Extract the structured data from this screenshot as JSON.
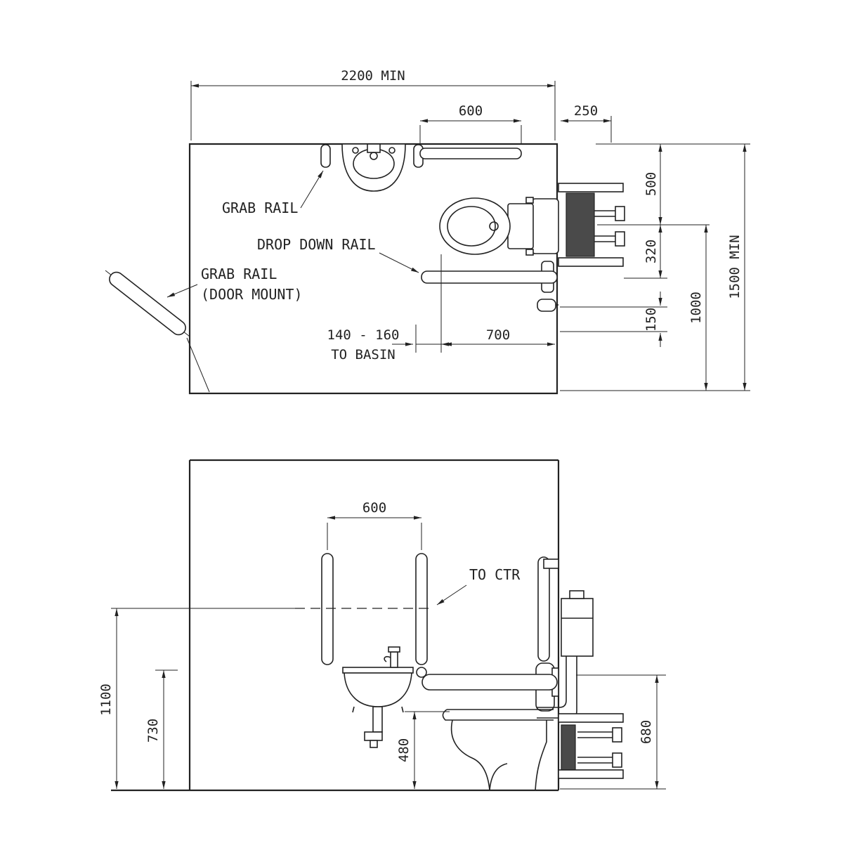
{
  "colors": {
    "line": "#222222",
    "dark_fill": "#4a4a4a",
    "background": "#ffffff"
  },
  "diagram": {
    "plan": {
      "dims": {
        "overall_width": "2200 MIN",
        "rail_length": "600",
        "wall_offset": "250",
        "d500": "500",
        "d320": "320",
        "d150": "150",
        "d1000": "1000",
        "overall_depth": "1500 MIN",
        "basin_range": "140 - 160",
        "basin_note": "TO BASIN",
        "d700": "700"
      },
      "labels": {
        "grab_rail": "GRAB RAIL",
        "drop_down_rail": "DROP DOWN RAIL",
        "door_rail_line1": "GRAB RAIL",
        "door_rail_line2": "(DOOR MOUNT)"
      }
    },
    "elevation": {
      "dims": {
        "rail_spacing": "600",
        "d1100": "1100",
        "d730": "730",
        "d480": "480",
        "d680": "680"
      },
      "labels": {
        "to_ctr": "TO CTR"
      }
    }
  }
}
